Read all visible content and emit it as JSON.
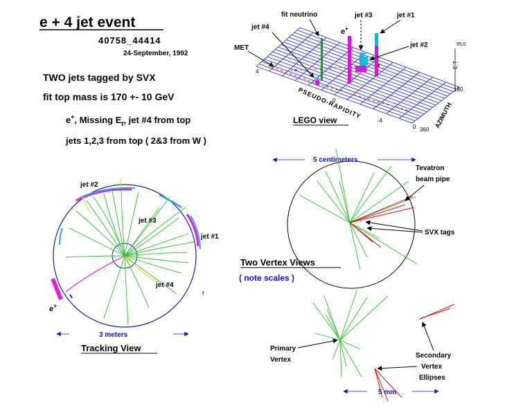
{
  "header": {
    "title": "e + 4 jet event",
    "run_event": "40758_44414",
    "date": "24-September, 1992"
  },
  "summary": {
    "line1": "TWO jets tagged by SVX",
    "line2": "fit top mass is 170 +- 10 GeV",
    "line3_sup": "+",
    "line3_e": "e",
    "line3_a": ", Missing E",
    "line3_sub": "t",
    "line3_b": ", jet #4  from  top",
    "line4": "jets 1,2,3 from top ( 2&3 from W )"
  },
  "lego": {
    "caption": "LEGO view",
    "labels": {
      "fit_neutrino": "fit neutrino",
      "jet3": "jet #3",
      "jet1": "jet #1",
      "jet4": "jet #4",
      "e": "e",
      "e_sup": "+",
      "jet2": "jet #2",
      "met": "MET",
      "axis_eta": "PSEUDO-RAPIDITY",
      "axis_phi": "AZIMUTH",
      "axis_et": "E T",
      "et_max": "95.0",
      "eta_left": "4",
      "eta_mid": "0",
      "eta_right": "-4",
      "phi_start": "0",
      "phi_mid": "180",
      "phi_end": "360"
    },
    "colors": {
      "grid": "#1e1ec8",
      "neutrino": "#10a010",
      "electron": "#e010e0",
      "jet": "#00c0e0",
      "met": "#e00000"
    }
  },
  "tracking": {
    "caption": "Tracking View",
    "scale": "3 meters",
    "labels": {
      "jet2": "jet #2",
      "jet3": "jet #3",
      "jet1": "jet #1",
      "jet4": "jet #4",
      "e": "e",
      "e_sup": "+"
    },
    "colors": {
      "tracks": "#30c030",
      "calorimeter": "#e020e0",
      "calorimeter2": "#30a0f0",
      "yellow": "#e0e000",
      "circle": "#1a1a9a"
    }
  },
  "vertex": {
    "scale_top": "5 centimeters",
    "beam_pipe_line1": "Tevatron",
    "beam_pipe_line2": "beam pipe",
    "svx_tags": "SVX tags",
    "title": "Two Vertex Views",
    "subtitle": "( note scales )",
    "primary_line1": "Primary",
    "primary_line2": "Vertex",
    "secondary_line1": "Secondary",
    "secondary_line2": "Vertex",
    "secondary_line3": "Ellipses",
    "scale_bottom": "5 mm",
    "colors": {
      "tracks": "#30c030",
      "tagged": "#d01010",
      "scale": "#1010e0"
    }
  }
}
